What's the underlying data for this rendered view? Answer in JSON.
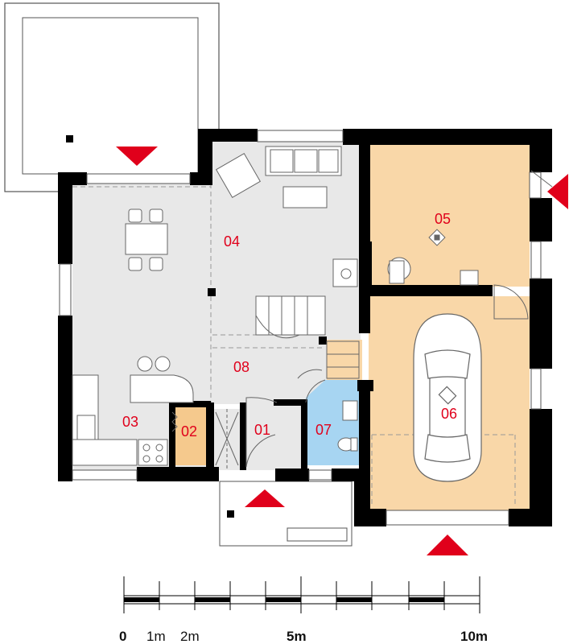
{
  "rooms": [
    {
      "id": "01",
      "fill": "#e8e8e8"
    },
    {
      "id": "02",
      "fill": "#f5c98d"
    },
    {
      "id": "03",
      "fill": "#e8e8e8"
    },
    {
      "id": "04",
      "fill": "#e8e8e8"
    },
    {
      "id": "05",
      "fill": "#f9d7a8"
    },
    {
      "id": "06",
      "fill": "#f9d7a8"
    },
    {
      "id": "07",
      "fill": "#a7d5f2"
    },
    {
      "id": "08",
      "fill": "#e8e8e8"
    }
  ],
  "scale": {
    "labels": [
      "0",
      "1m",
      "2m",
      "5m",
      "10m"
    ]
  },
  "colors": {
    "wall": "#000000",
    "arrow": "#e0001b",
    "label": "#e0001b",
    "grey_room": "#e8e8e8",
    "garage": "#f9d7a8",
    "pantry": "#f5c98d",
    "bathroom": "#a7d5f2"
  }
}
